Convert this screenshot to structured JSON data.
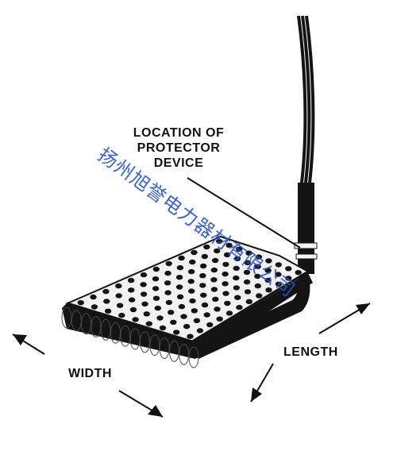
{
  "labels": {
    "protector_lines": [
      "LOCATION OF",
      "PROTECTOR",
      "DEVICE"
    ],
    "width": "WIDTH",
    "length": "LENGTH"
  },
  "watermark": {
    "text": "扬州旭誉电力器材有限公司",
    "color": "#2a52c9"
  },
  "colors": {
    "ink": "#111111",
    "heater_body": "#141414",
    "top_surface": "#f2f2f2",
    "background": "#ffffff"
  }
}
